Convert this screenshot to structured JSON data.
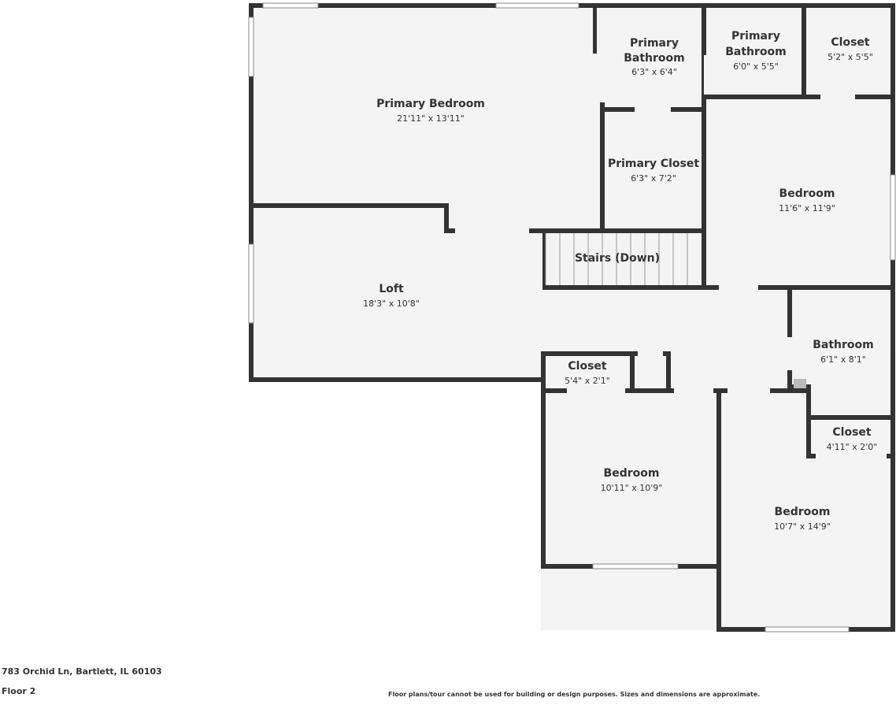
{
  "address": "783 Orchid Ln, Bartlett, IL 60103",
  "floor": "Floor 2",
  "disclaimer": "Floor plans/tour cannot be used for building or design purposes. Sizes and dimensions are approximate.",
  "rooms": {
    "primary_bedroom": {
      "name": "Primary Bedroom",
      "dims": "21'11\" x 13'11\""
    },
    "primary_bathroom_1": {
      "name_line1": "Primary",
      "name_line2": "Bathroom",
      "dims": "6'3\" x 6'4\""
    },
    "primary_bathroom_2": {
      "name_line1": "Primary",
      "name_line2": "Bathroom",
      "dims": "6'0\" x 5'5\""
    },
    "closet_top": {
      "name": "Closet",
      "dims": "5'2\" x 5'5\""
    },
    "primary_closet": {
      "name": "Primary Closet",
      "dims": "6'3\" x 7'2\""
    },
    "bedroom_ne": {
      "name": "Bedroom",
      "dims": "11'6\" x 11'9\""
    },
    "stairs": {
      "name": "Stairs (Down)"
    },
    "loft": {
      "name": "Loft",
      "dims": "18'3\" x 10'8\""
    },
    "bathroom": {
      "name": "Bathroom",
      "dims": "6'1\" x 8'1\""
    },
    "closet_small": {
      "name": "Closet",
      "dims": "5'4\" x 2'1\""
    },
    "closet_right": {
      "name": "Closet",
      "dims": "4'11\" x 2'0\""
    },
    "bedroom_sw": {
      "name": "Bedroom",
      "dims": "10'11\" x 10'9\""
    },
    "bedroom_se": {
      "name": "Bedroom",
      "dims": "10'7\" x 14'9\""
    }
  }
}
